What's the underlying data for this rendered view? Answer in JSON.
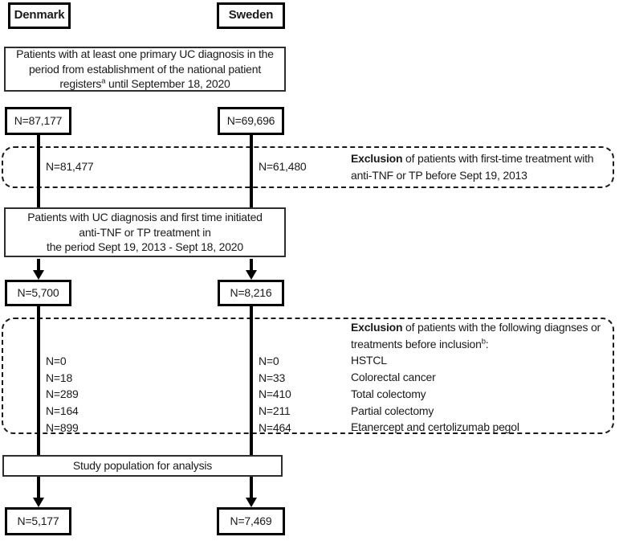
{
  "colors": {
    "ink": "#000000",
    "paper": "#ffffff"
  },
  "flow": {
    "denmark_label": "Denmark",
    "sweden_label": "Sweden",
    "box_primary_dx": {
      "line1": "Patients with at least one primary UC diagnosis in the",
      "line2": "period from establishment of the national patient",
      "line3_pre": "registers",
      "line3_sup": "a",
      "line3_post": " until September 18, 2020"
    },
    "n_initial": {
      "denmark": "N=87,177",
      "sweden": "N=69,696"
    },
    "exclusion1": {
      "n_denmark": "N=81,477",
      "n_sweden": "N=61,480",
      "bold": "Exclusion",
      "line1_rest": " of patients with first-time treatment with",
      "line2": "anti-TNF or TP before Sept 19, 2013"
    },
    "box_treatment": {
      "line1": "Patients with UC diagnosis and first time initiated",
      "line2": "anti-TNF or TP treatment in",
      "line3": "the period Sept 19, 2013 - Sept 18, 2020"
    },
    "n_treated": {
      "denmark": "N=5,700",
      "sweden": "N=8,216"
    },
    "exclusion2": {
      "bold": "Exclusion",
      "line1_rest": " of patients with the following diagnses or",
      "line2_pre": "treatments before inclusion",
      "line2_sup": "b",
      "line2_post": ":",
      "rows": [
        {
          "denmark": "N=0",
          "sweden": "N=0",
          "label": "HSTCL"
        },
        {
          "denmark": "N=18",
          "sweden": "N=33",
          "label": "Colorectal cancer"
        },
        {
          "denmark": "N=289",
          "sweden": "N=410",
          "label": "Total colectomy"
        },
        {
          "denmark": "N=164",
          "sweden": "N=211",
          "label": "Partial colectomy"
        },
        {
          "denmark": "N=899",
          "sweden": "N=464",
          "label": "Etanercept and certolizumab pegol"
        }
      ]
    },
    "box_study": "Study population for analysis",
    "n_final": {
      "denmark": "N=5,177",
      "sweden": "N=7,469"
    }
  }
}
